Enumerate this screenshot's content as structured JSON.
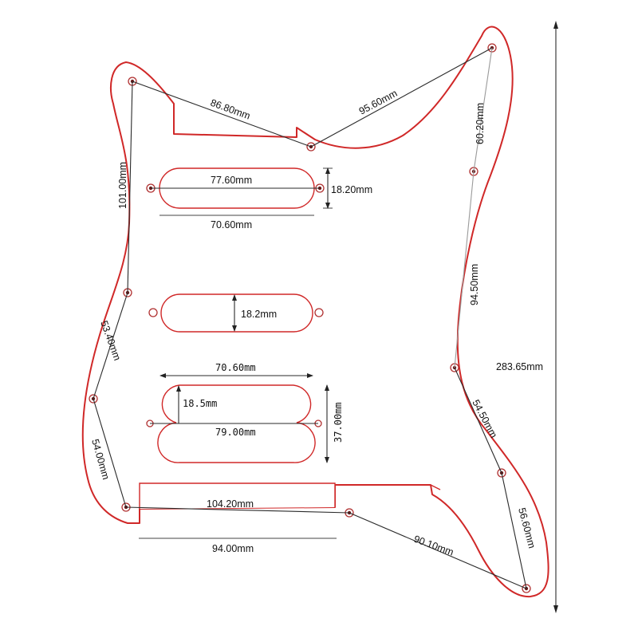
{
  "colors": {
    "outline": "#d02828",
    "measure_line": "#2a2a2a",
    "text": "#111111",
    "background": "#ffffff"
  },
  "labels": {
    "top_left_edge": "86.80mm",
    "top_right_edge": "95.60mm",
    "right_upper": "60.20mm",
    "right_middle": "94.50mm",
    "right_lower": "54.50mm",
    "right_bottom": "56.60mm",
    "overall_height": "283.65mm",
    "left_upper": "101.00mm",
    "left_middle": "53.40mm",
    "left_lower": "54.00mm",
    "bottom_left_edge": "104.20mm",
    "bottom_right_edge": "90.10mm",
    "bottom_width": "94.00mm",
    "pickup1_hole_span": "77.60mm",
    "pickup1_height": "18.20mm",
    "pickup1_width": "70.60mm",
    "pickup2_height": "18.2mm",
    "humbucker_width": "70.60mm",
    "humbucker_half_height": "18.5mm",
    "humbucker_hole_span": "79.00mm",
    "humbucker_height": "37.00mm"
  }
}
